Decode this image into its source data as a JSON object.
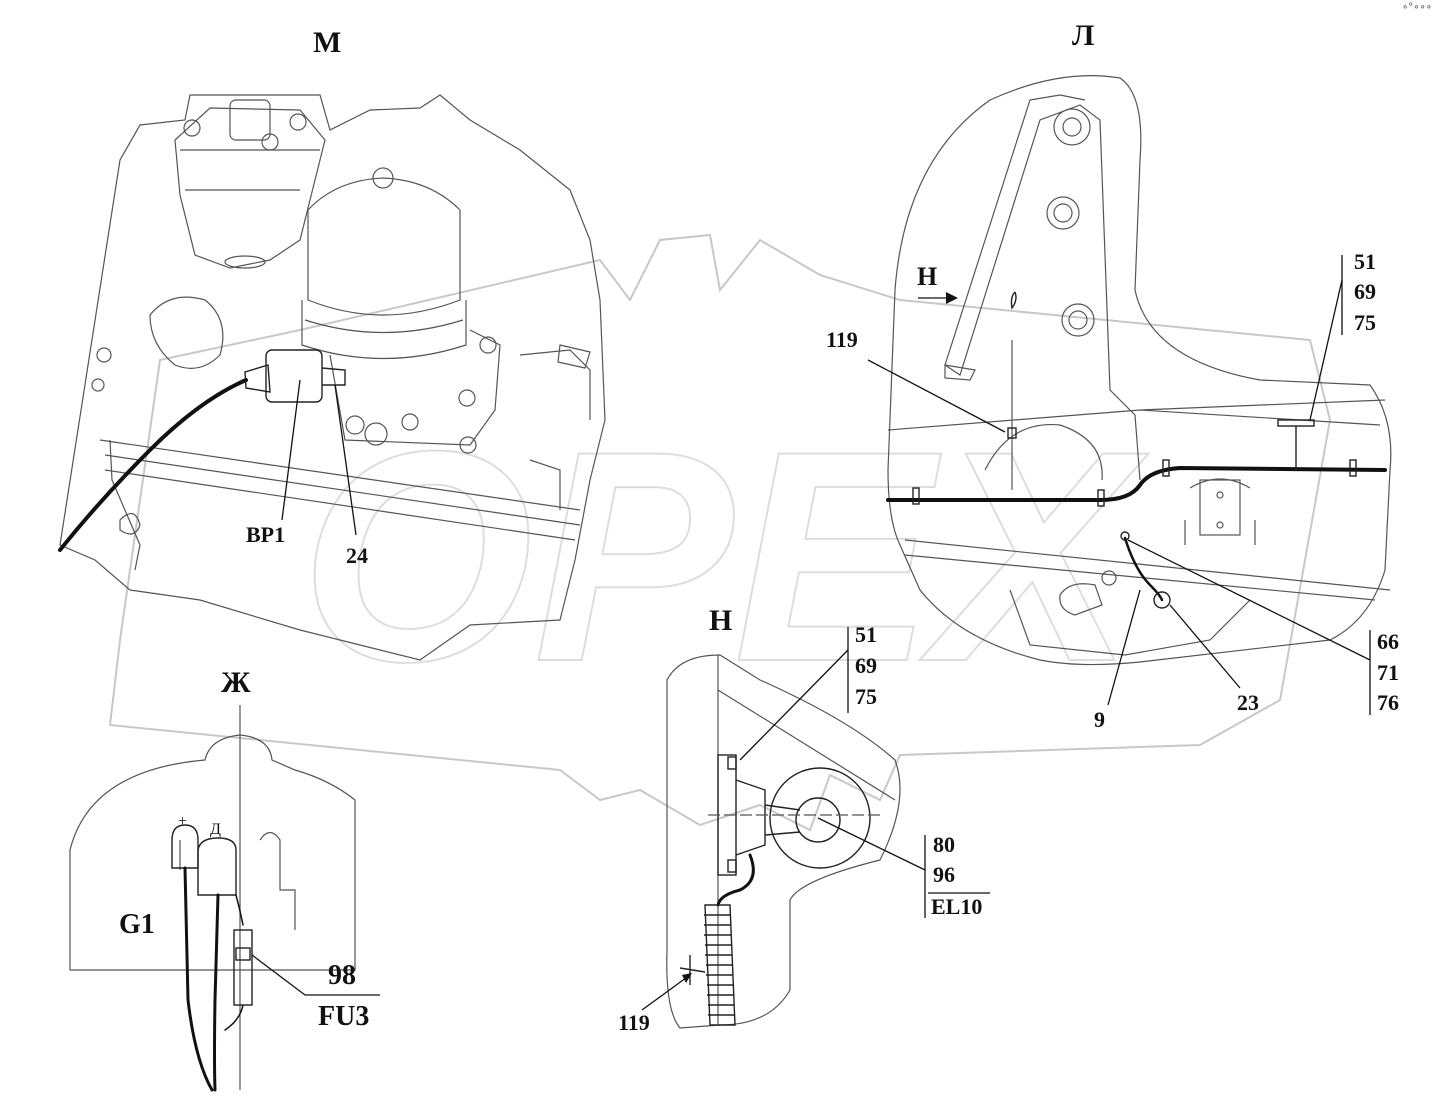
{
  "views": {
    "m": "М",
    "l": "Л",
    "n": "Н",
    "zh": "Ж",
    "n_arrow": "Н"
  },
  "labels": {
    "bp1": "BP1",
    "c24": "24",
    "c119_top": "119",
    "c119_bottom": "119",
    "c9": "9",
    "c23": "23",
    "g1": "G1",
    "plus": "+",
    "d": "Д"
  },
  "stacks": {
    "l_right": [
      "51",
      "69",
      "75"
    ],
    "l_lower": [
      "66",
      "71",
      "76"
    ],
    "n_top": [
      "51",
      "69",
      "75"
    ],
    "n_lamp": [
      "80",
      "96",
      "EL10"
    ],
    "zh_fuse": [
      "98",
      "FU3"
    ]
  },
  "watermark_logo": "OPEX",
  "corner_mark": "∘°∘∘∘"
}
